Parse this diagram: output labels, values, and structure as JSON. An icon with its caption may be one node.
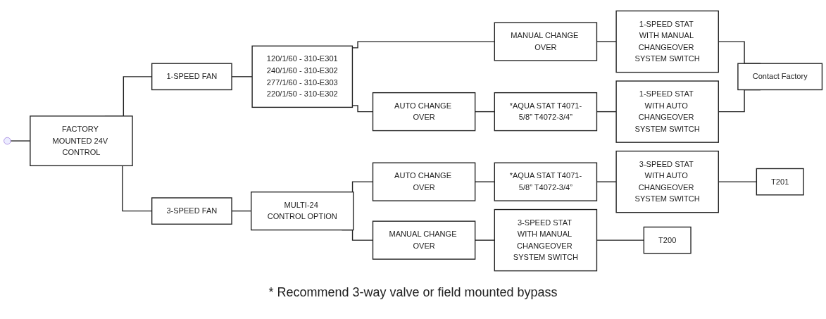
{
  "diagram": {
    "nodes": [
      {
        "text": [
          "FACTORY MOUNTED 24V CONTROL"
        ]
      },
      {
        "text": [
          "1-SPEED FAN"
        ]
      },
      {
        "text": [
          "120/1/60 - 310-E301",
          "240/1/60 - 310-E302",
          "277/1/60 - 310-E303",
          "220/1/50 - 310-E302"
        ]
      },
      {
        "text": [
          "MANUAL CHANGE OVER"
        ]
      },
      {
        "text": [
          "AUTO CHANGE OVER"
        ]
      },
      {
        "text": [
          "*AQUA STAT T4071-5/8” T4072-3/4”"
        ]
      },
      {
        "text": [
          "1-SPEED STAT WITH MANUAL CHANGEOVER SYSTEM SWITCH"
        ]
      },
      {
        "text": [
          "1-SPEED STAT WITH AUTO CHANGEOVER SYSTEM SWITCH"
        ]
      },
      {
        "text": [
          "Contact Factory"
        ]
      },
      {
        "text": [
          "3-SPEED FAN"
        ]
      },
      {
        "text": [
          "MULTI-24 CONTROL OPTION"
        ]
      },
      {
        "text": [
          "MANUAL CHANGE OVER"
        ]
      },
      {
        "text": [
          "AUTO CHANGE OVER"
        ]
      },
      {
        "text": [
          "*AQUA STAT T4071-5/8” T4072-3/4”"
        ]
      },
      {
        "text": [
          "3-SPEED STAT WITH MANUAL CHANGEOVER SYSTEM SWITCH"
        ]
      },
      {
        "text": [
          "3-SPEED STAT WITH AUTO CHANGEOVER SYSTEM SWITCH"
        ]
      },
      {
        "text": [
          "T200"
        ]
      },
      {
        "text": [
          "T201"
        ]
      }
    ],
    "edges": [
      {
        "from": null,
        "to": 0,
        "arrow": "none"
      },
      {
        "from": 0,
        "to": 1,
        "arrow": "none"
      },
      {
        "from": 0,
        "to": 9,
        "arrow": "none"
      },
      {
        "from": 1,
        "to": 2,
        "arrow": "none"
      },
      {
        "from": 2,
        "to": 3,
        "arrow": "none"
      },
      {
        "from": 2,
        "to": 4,
        "arrow": "none"
      },
      {
        "from": 3,
        "to": 6,
        "arrow": "none"
      },
      {
        "from": 4,
        "to": 5,
        "arrow": "none"
      },
      {
        "from": 5,
        "to": 7,
        "arrow": "none"
      },
      {
        "from": 6,
        "to": 8,
        "arrow": "none"
      },
      {
        "from": 7,
        "to": 8,
        "arrow": "none"
      },
      {
        "from": 9,
        "to": 10,
        "arrow": "none"
      },
      {
        "from": 10,
        "to": 11,
        "arrow": "none"
      },
      {
        "from": 10,
        "to": 12,
        "arrow": "none"
      },
      {
        "from": 11,
        "to": 14,
        "arrow": "none"
      },
      {
        "from": 12,
        "to": 13,
        "arrow": "none"
      },
      {
        "from": 13,
        "to": 15,
        "arrow": "none"
      },
      {
        "from": 14,
        "to": 16,
        "arrow": "none"
      },
      {
        "from": 15,
        "to": 17,
        "arrow": "none"
      }
    ],
    "labels": [
      "* Recommend 3-way valve or field mounted bypass"
    ]
  }
}
